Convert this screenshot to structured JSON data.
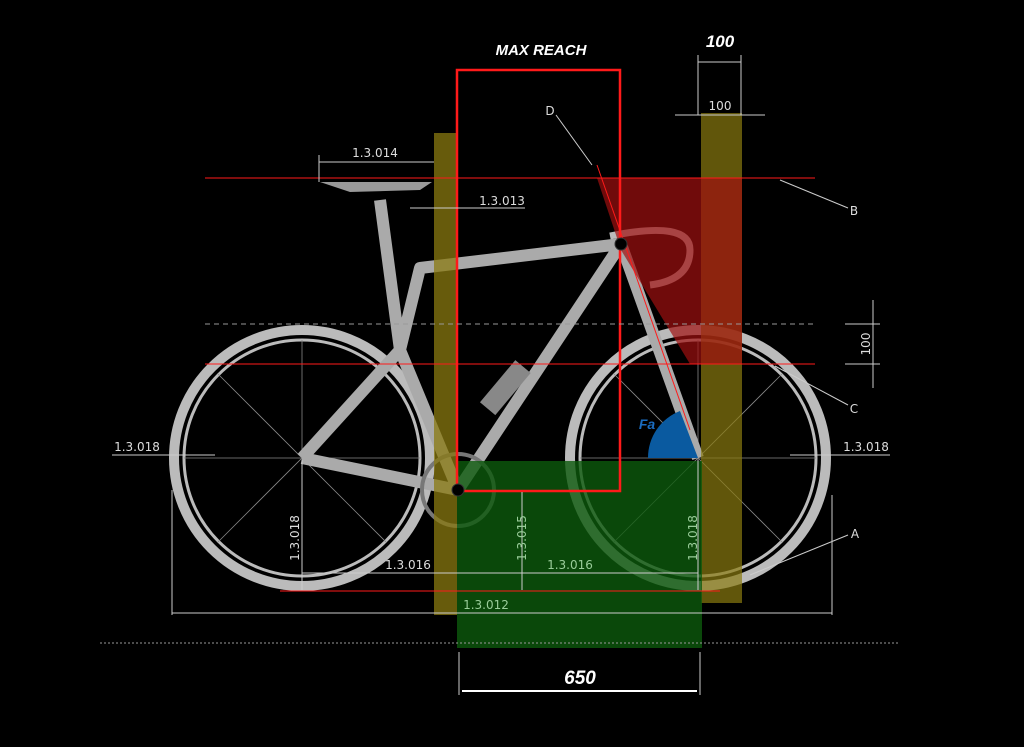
{
  "title": "MAX REACH",
  "top_dimension": "100",
  "band_dimension": "100",
  "vertical_dimension": "100",
  "bottom_dimension": "650",
  "angle_label": "Fa",
  "callouts": {
    "a": "A",
    "b": "B",
    "c": "C",
    "d": "D"
  },
  "rules": {
    "saddle_length": "1.3.014",
    "saddle_setback": "1.3.013",
    "wheel_left": "1.3.018",
    "wheel_right": "1.3.018",
    "wheel_rear_vertical": "1.3.018",
    "wheel_front_vertical": "1.3.018",
    "rear_centre": "1.3.016",
    "front_centre": "1.3.016",
    "bb_drop": "1.3.015",
    "wheelbase": "1.3.012"
  },
  "colors": {
    "red": "#ff1a1a",
    "yellow": "#7a6a10",
    "green": "#0c4a0c",
    "blue": "#0a5aa0"
  }
}
